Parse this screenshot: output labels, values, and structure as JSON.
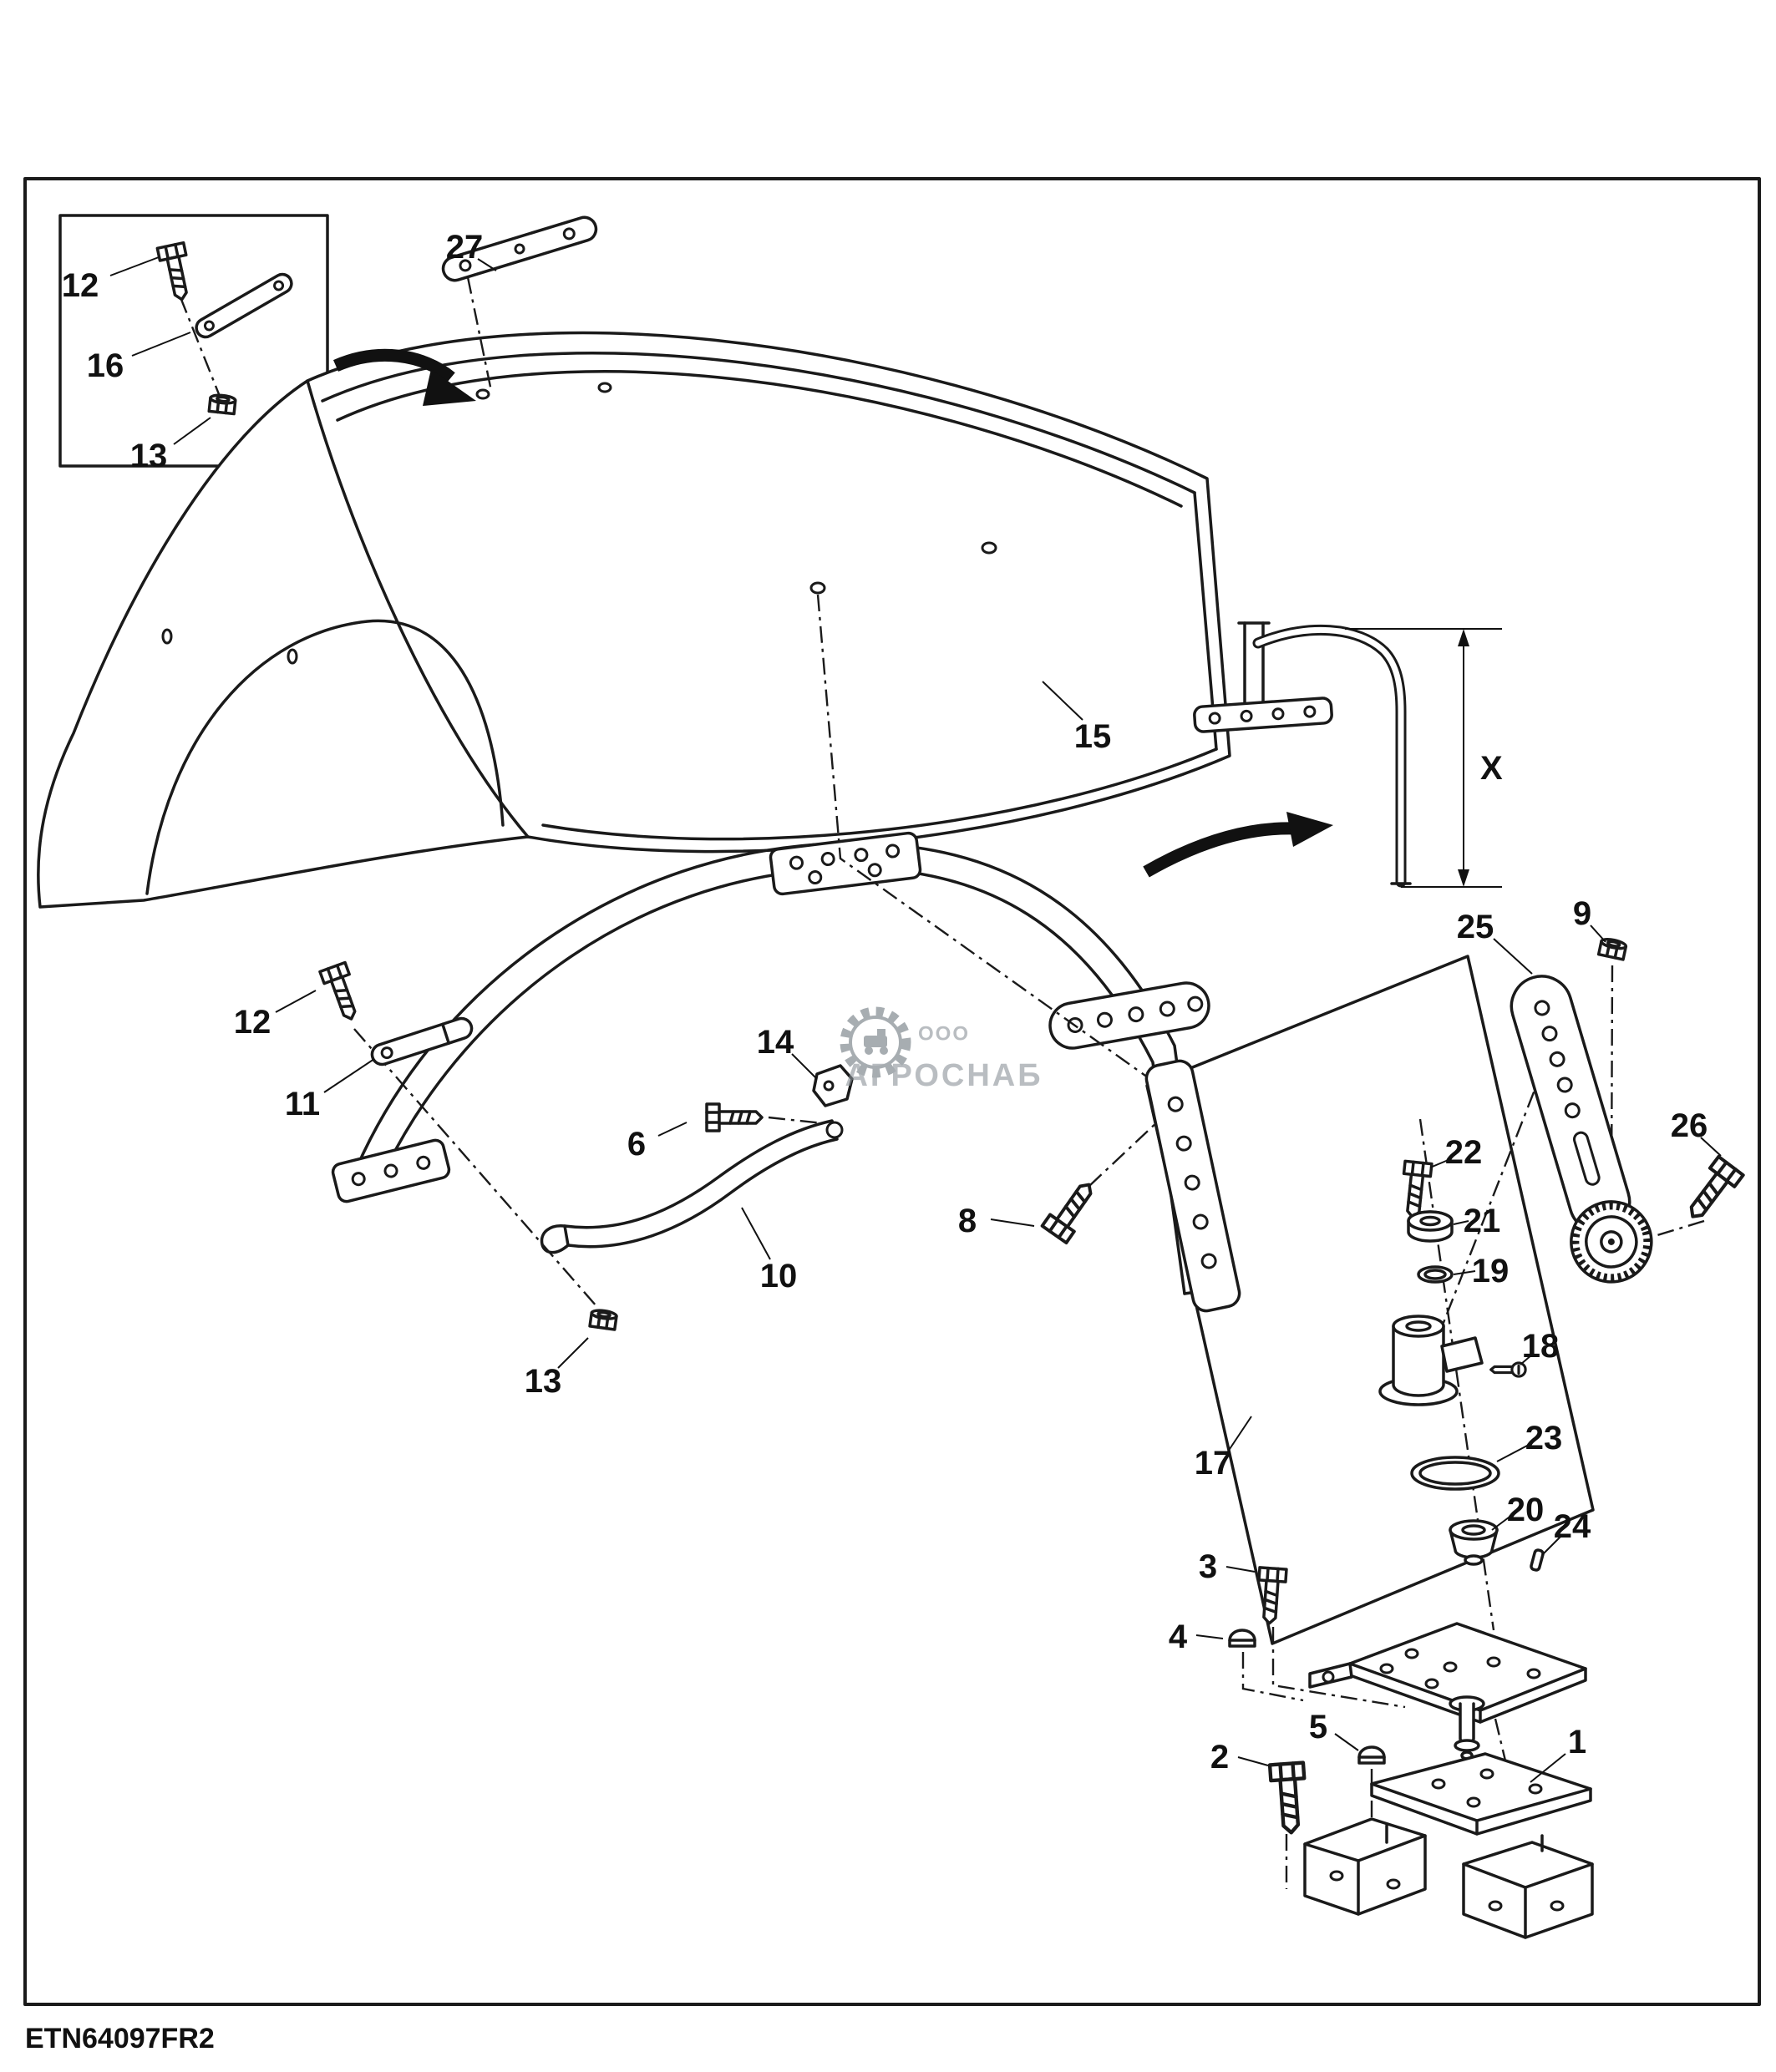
{
  "document": {
    "code": "ETN64097FR2"
  },
  "watermark": {
    "prefix": "ООО",
    "name": "АГРОСНАБ"
  },
  "dimension": {
    "label": "X"
  },
  "callouts": {
    "c12_inset": "12",
    "c16": "16",
    "c13_inset": "13",
    "c27": "27",
    "c15": "15",
    "c25": "25",
    "c9": "9",
    "c12": "12",
    "c11": "11",
    "c14": "14",
    "c6": "6",
    "c10": "10",
    "c8": "8",
    "c13": "13",
    "c22": "22",
    "c21": "21",
    "c19": "19",
    "c26": "26",
    "c18": "18",
    "c17": "17",
    "c23": "23",
    "c20": "20",
    "c24": "24",
    "c3": "3",
    "c4": "4",
    "c5": "5",
    "c2": "2",
    "c1": "1"
  }
}
